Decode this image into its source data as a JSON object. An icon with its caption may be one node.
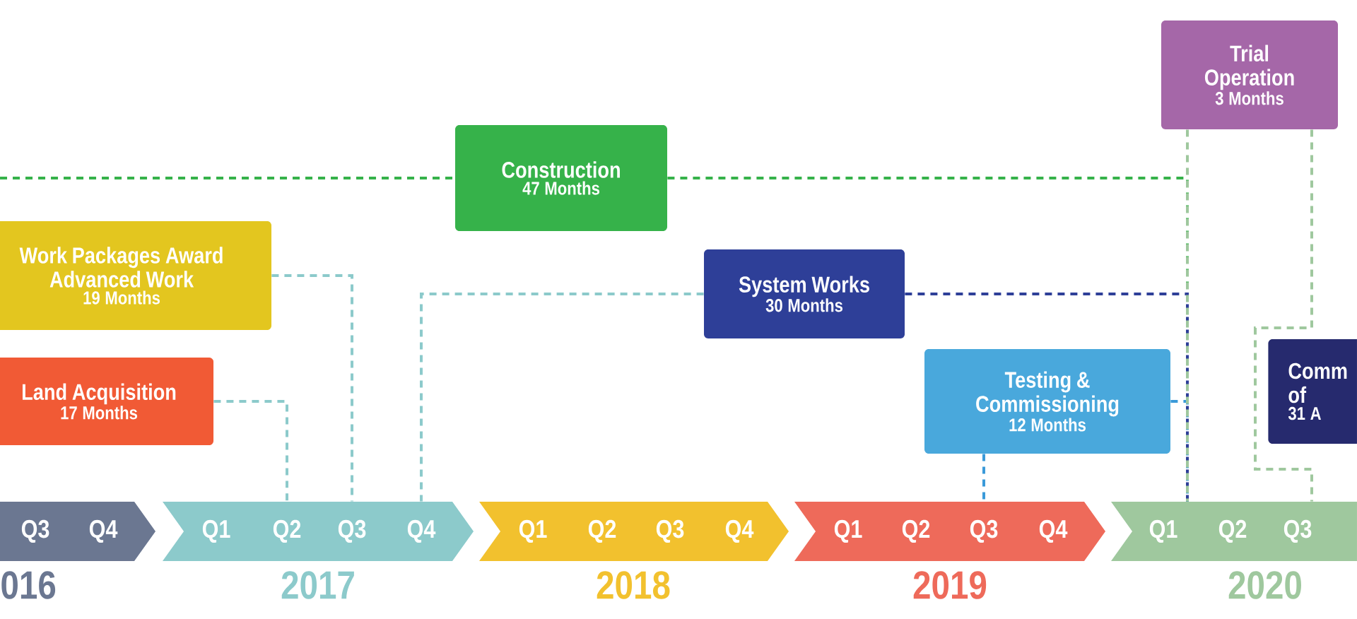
{
  "diagram": {
    "nodes": [
      {
        "text": [
          "Trial Operation",
          "3 Months"
        ]
      },
      {
        "text": [
          "Construction",
          "47 Months"
        ]
      },
      {
        "text": [
          "Work Packages Award Advanced Work",
          "19 Months"
        ]
      },
      {
        "text": [
          "System Works",
          "30 Months"
        ]
      },
      {
        "text": [
          "Land Acquisition",
          "17 Months"
        ]
      },
      {
        "text": [
          "Testing & Commissioning",
          "12 Months"
        ]
      },
      {
        "text": [
          "Comm of",
          "31 A"
        ]
      },
      {
        "text": [
          "016"
        ]
      },
      {
        "text": [
          "Q3"
        ],
        "in": 7
      },
      {
        "text": [
          "Q4"
        ],
        "in": 7
      },
      {
        "text": [
          "2017"
        ]
      },
      {
        "text": [
          "Q1"
        ],
        "in": 10
      },
      {
        "text": [
          "Q2"
        ],
        "in": 10
      },
      {
        "text": [
          "Q3"
        ],
        "in": 10
      },
      {
        "text": [
          "Q4"
        ],
        "in": 10
      },
      {
        "text": [
          "2018"
        ]
      },
      {
        "text": [
          "Q1"
        ],
        "in": 15
      },
      {
        "text": [
          "Q2"
        ],
        "in": 15
      },
      {
        "text": [
          "Q3"
        ],
        "in": 15
      },
      {
        "text": [
          "Q4"
        ],
        "in": 15
      },
      {
        "text": [
          "2019"
        ]
      },
      {
        "text": [
          "Q1"
        ],
        "in": 20
      },
      {
        "text": [
          "Q2"
        ],
        "in": 20
      },
      {
        "text": [
          "Q3"
        ],
        "in": 20
      },
      {
        "text": [
          "Q4"
        ],
        "in": 20
      },
      {
        "text": [
          "2020"
        ]
      },
      {
        "text": [
          "Q1"
        ],
        "in": 25
      },
      {
        "text": [
          "Q2"
        ],
        "in": 25
      },
      {
        "text": [
          "Q3"
        ],
        "in": 25
      }
    ],
    "edges": [
      {
        "from": 4,
        "to": 12,
        "arrow": "none",
        "style": "dashed",
        "color": "#8ccacb"
      },
      {
        "from": 2,
        "to": 13,
        "arrow": "none",
        "style": "dashed",
        "color": "#8ccacb"
      },
      {
        "from": 3,
        "to": 14,
        "arrow": "none",
        "style": "dashed",
        "color": "#8ccacb"
      },
      {
        "from": 1,
        "to": 26,
        "arrow": "none",
        "style": "dashed",
        "color": "#36b24a"
      },
      {
        "from": null,
        "to": 1,
        "arrow": "none",
        "style": "dashed",
        "color": "#36b24a"
      },
      {
        "from": 3,
        "to": 26,
        "arrow": "none",
        "style": "dashed",
        "color": "#2e3f98"
      },
      {
        "from": 5,
        "to": 23,
        "arrow": "none",
        "style": "dashed",
        "color": "#3a9ad9"
      },
      {
        "from": 5,
        "to": 26,
        "arrow": "none",
        "style": "dashed",
        "color": "#3a9ad9"
      },
      {
        "from": 0,
        "to": 26,
        "arrow": "none",
        "style": "dashed",
        "color": "#9fc89e"
      },
      {
        "from": 0,
        "to": 28,
        "arrow": "none",
        "style": "dashed",
        "color": "#9fc89e"
      }
    ]
  }
}
